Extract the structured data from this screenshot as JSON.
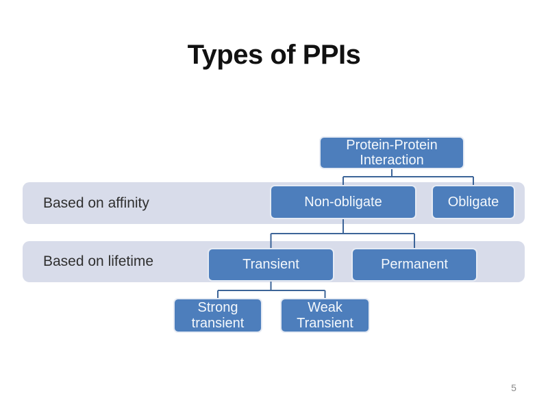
{
  "slide": {
    "title": "Types of PPIs",
    "page_number": "5"
  },
  "diagram": {
    "type": "hierarchy",
    "bands": [
      {
        "label": "Based on affinity"
      },
      {
        "label": "Based on lifetime"
      }
    ],
    "nodes": {
      "root": {
        "label": "Protein-Protein Interaction"
      },
      "non_obligate": {
        "label": "Non-obligate",
        "parent": "root",
        "band": "Based on affinity"
      },
      "obligate": {
        "label": "Obligate",
        "parent": "root",
        "band": "Based on affinity"
      },
      "transient": {
        "label": "Transient",
        "parent": "non_obligate",
        "band": "Based on lifetime"
      },
      "permanent": {
        "label": "Permanent",
        "parent": "non_obligate",
        "band": "Based on lifetime"
      },
      "strong_transient": {
        "label": "Strong transient",
        "parent": "transient"
      },
      "weak_transient": {
        "label": "Weak Transient",
        "parent": "transient"
      }
    },
    "colors": {
      "node_fill": "#4d7ebc",
      "node_border": "#e6ebf4",
      "node_text": "#f4f8fc",
      "band_fill": "#d8dcea",
      "band_text": "#2f2f2f",
      "connector": "#3c6498"
    }
  }
}
